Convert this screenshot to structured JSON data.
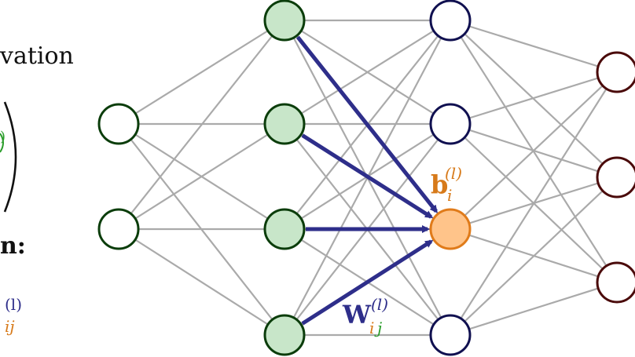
{
  "left_text": {
    "line1_fragment": "vation",
    "line2_fragment": "⎞",
    "line2_sub": ")",
    "line3_fragment": "n:",
    "line4_sup": "(l)",
    "line4_sub": "ij"
  },
  "labels": {
    "bias": {
      "main": "b",
      "sub": "i",
      "sup": "(l)"
    },
    "weight": {
      "main": "W",
      "sub_i": "i",
      "sub_j": "j",
      "sup": "(l)"
    }
  },
  "colors": {
    "edge": "#aaaaaa",
    "input_stroke": "#0b3d0b",
    "hidden1_fill": "#c8e6c9",
    "hidden1_stroke": "#0b3d0b",
    "hidden2_stroke": "#101050",
    "output_stroke": "#4a0a0a",
    "target_fill": "#ffc48a",
    "target_stroke": "#e07b1a",
    "arrow": "#2e2e8a",
    "bias_label": "#d77a1a",
    "weight_main": "#2e2e8a",
    "weight_sub_i": "#d77a1a",
    "weight_sub_j": "#2a9d2a",
    "weight_sup": "#2e2e8a"
  }
}
